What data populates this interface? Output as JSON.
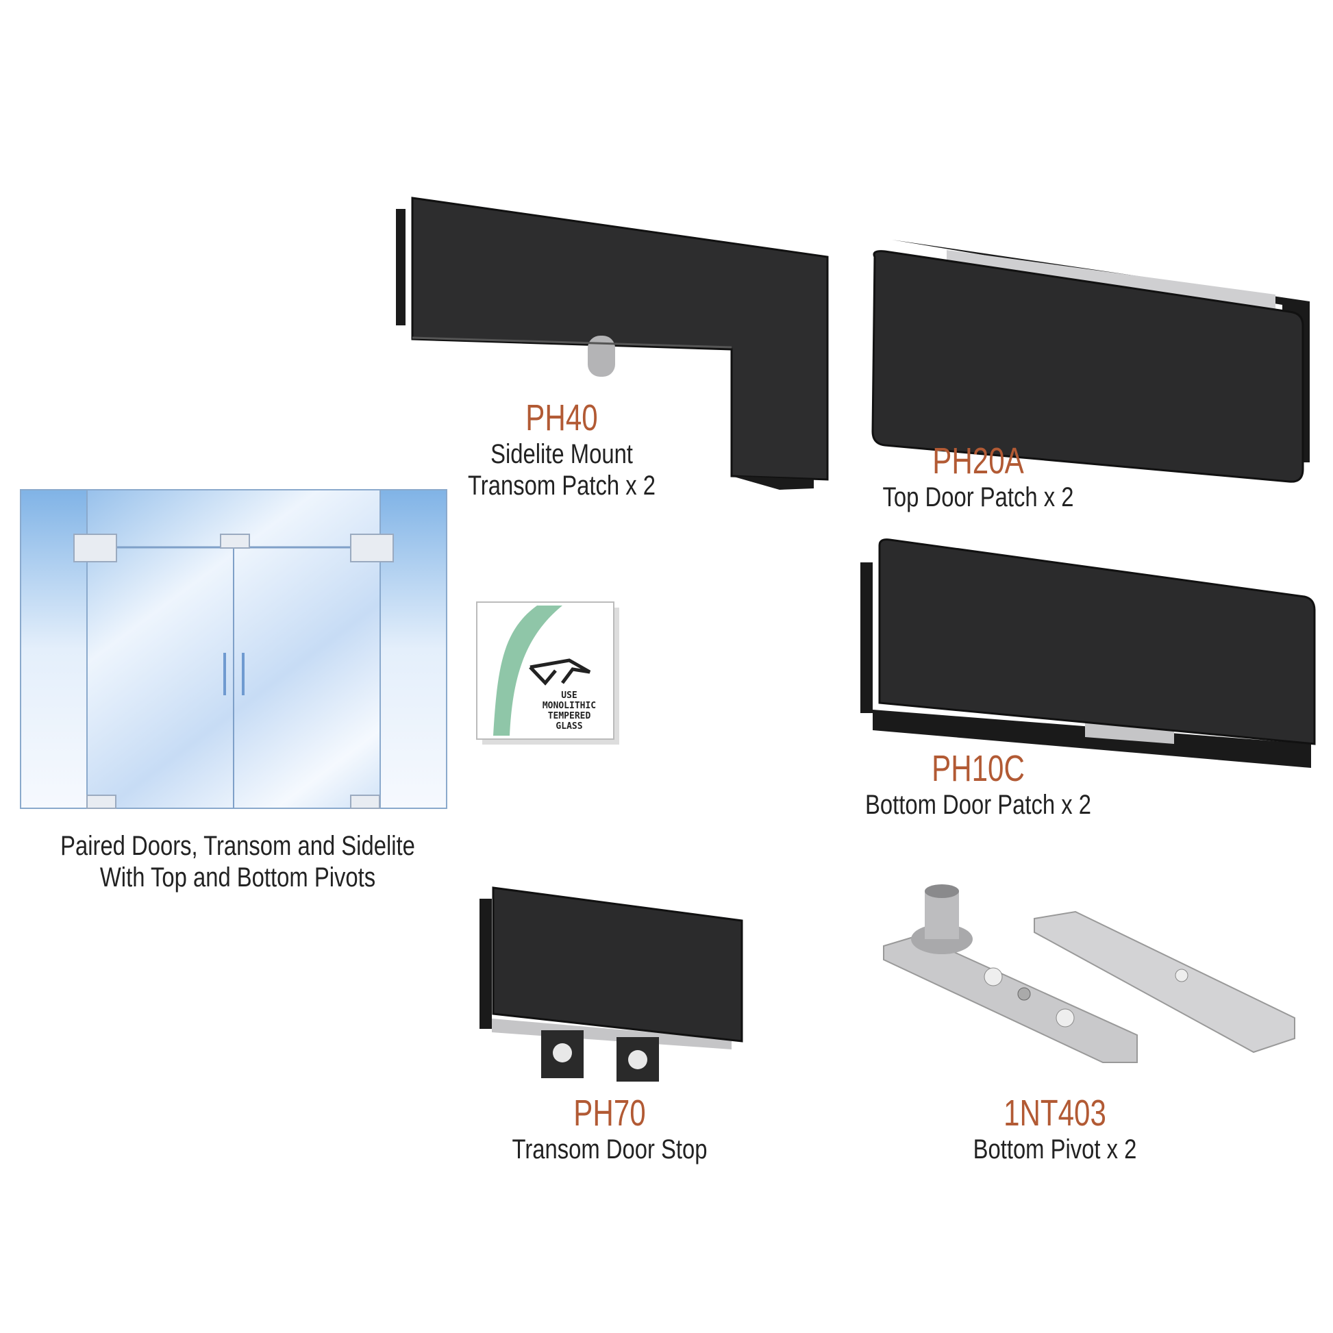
{
  "diagram": {
    "caption_line1": "Paired Doors, Transom and Sidelite",
    "caption_line2": "With Top and Bottom Pivots"
  },
  "glass_sticker": {
    "text_lines": [
      "USE",
      "MONOLITHIC",
      "TEMPERED",
      "GLASS"
    ]
  },
  "parts": [
    {
      "code": "PH40",
      "desc_line1": "Sidelite Mount",
      "desc_line2": "Transom Patch x 2"
    },
    {
      "code": "PH20A",
      "desc_line1": "Top Door Patch  x 2"
    },
    {
      "code": "PH10C",
      "desc_line1": "Bottom Door Patch x 2"
    },
    {
      "code": "PH70",
      "desc_line1": "Transom Door Stop"
    },
    {
      "code": "1NT403",
      "desc_line1": "Bottom Pivot x 2"
    }
  ],
  "colors": {
    "code_text": "#b25a34",
    "hardware": "#2a2a2a",
    "glass": "#a9cdf0",
    "steel": "#c9c9cb"
  }
}
